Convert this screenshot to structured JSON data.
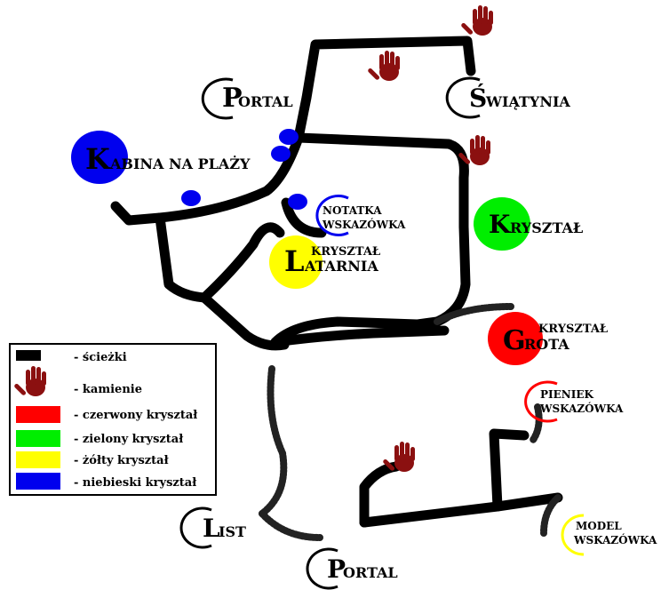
{
  "locations": {
    "portal_top": {
      "initial": "P",
      "rest": "ORTAL"
    },
    "swiatynia": {
      "initial": "Ś",
      "rest": "WIĄTYNIA"
    },
    "kabina": {
      "initial": "K",
      "rest": "ABINA NA PLAŻY"
    },
    "notatka": {
      "line1": "NOTATKA",
      "line2": "WSKAZÓWKA"
    },
    "krysztal_green": {
      "initial": "K",
      "rest": "RYSZTAŁ"
    },
    "latarnia": {
      "line1": "KRYSZTAŁ",
      "initial": "L",
      "rest": "ATARNIA"
    },
    "grota": {
      "line1": "KRYSZTAŁ",
      "initial": "G",
      "rest": "ROTA"
    },
    "pieniek": {
      "line1": "PIENIEK",
      "line2": "WSKAZÓWKA"
    },
    "list": {
      "initial": "L",
      "rest": "IST"
    },
    "portal_bottom": {
      "initial": "P",
      "rest": "ORTAL"
    },
    "model": {
      "line1": "MODEL",
      "line2": "WSKAZÓWKA"
    }
  },
  "legend": {
    "items": [
      {
        "label": "- ścieżki",
        "swatch": "path"
      },
      {
        "label": "- kamienie",
        "swatch": "hand"
      },
      {
        "label": "- czerwony kryształ",
        "swatch": "#ff0000"
      },
      {
        "label": "- zielony kryształ",
        "swatch": "#00ee00"
      },
      {
        "label": "- żółty kryształ",
        "swatch": "#ffff00"
      },
      {
        "label": "- niebieski kryształ",
        "swatch": "#0000ee"
      }
    ]
  },
  "colors": {
    "path": "#000000",
    "hand": "#8b1010",
    "red": "#ff0000",
    "green": "#00ee00",
    "yellow": "#ffff00",
    "blue": "#0000ee"
  }
}
